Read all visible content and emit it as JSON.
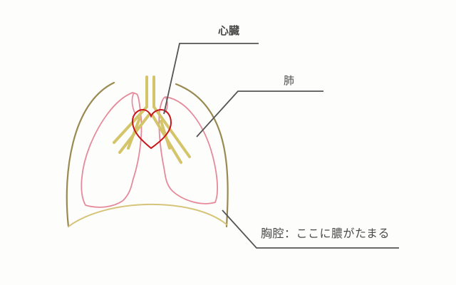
{
  "labels": {
    "heart": "心臓",
    "lung": "肺",
    "pleural_cavity": "胸腔：ここに膿がたまる"
  },
  "colors": {
    "background": "#fdfdfb",
    "chest_wall": "#9a8a52",
    "diaphragm": "#d6c47a",
    "lung": "#e58a9a",
    "airway": "#d4c46a",
    "heart": "#c8161b",
    "leader_line": "#555555",
    "label_text": "#4a4a4a"
  }
}
